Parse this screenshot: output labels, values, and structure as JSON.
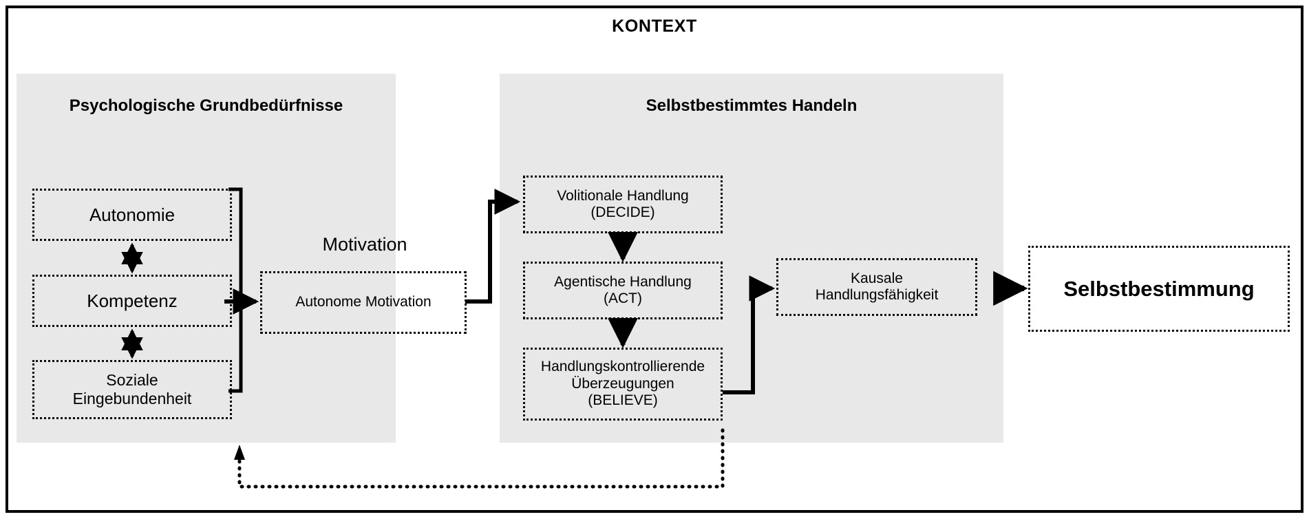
{
  "diagram": {
    "title": "KONTEXT",
    "panels": [
      {
        "id": "needs",
        "title": "Psychologische Grundbedürfnisse"
      },
      {
        "id": "action",
        "title": "Selbstbestimmtes Handeln"
      }
    ],
    "needs": [
      {
        "label": "Autonomie"
      },
      {
        "label": "Kompetenz"
      },
      {
        "label": "Soziale\nEingebundenheit"
      }
    ],
    "motivation": {
      "group_label": "Motivation",
      "box_label": "Autonome Motivation"
    },
    "action_steps": [
      {
        "label": "Volitionale Handlung\n(DECIDE)"
      },
      {
        "label": "Agentische Handlung\n(ACT)"
      },
      {
        "label": "Handlungskontrollierende\nÜberzeugungen\n(BELIEVE)"
      }
    ],
    "capability": {
      "label": "Kausale\nHandlungsfähigkeit"
    },
    "outcome": {
      "label": "Selbstbestimmung"
    },
    "colors": {
      "panel_fill": "#e8e8e8",
      "stroke": "#000000",
      "background": "#ffffff"
    },
    "connectors": [
      {
        "name": "autonomie-kompetenz",
        "style": "double-arrow-vertical"
      },
      {
        "name": "kompetenz-soziale",
        "style": "double-arrow-vertical"
      },
      {
        "name": "needs-bracket-to-motivation",
        "style": "bracket-arrow-right"
      },
      {
        "name": "motivation-to-volitional",
        "style": "elbow-arrow-up-right"
      },
      {
        "name": "volitional-to-agentisch",
        "style": "arrow-down"
      },
      {
        "name": "agentisch-to-believe",
        "style": "arrow-down"
      },
      {
        "name": "believe-to-kausale",
        "style": "elbow-arrow-up-right"
      },
      {
        "name": "kausale-to-selbstbestimmung",
        "style": "arrow-right"
      },
      {
        "name": "feedback-loop-to-needs",
        "style": "dotted-elbow-arrow-up"
      }
    ]
  }
}
